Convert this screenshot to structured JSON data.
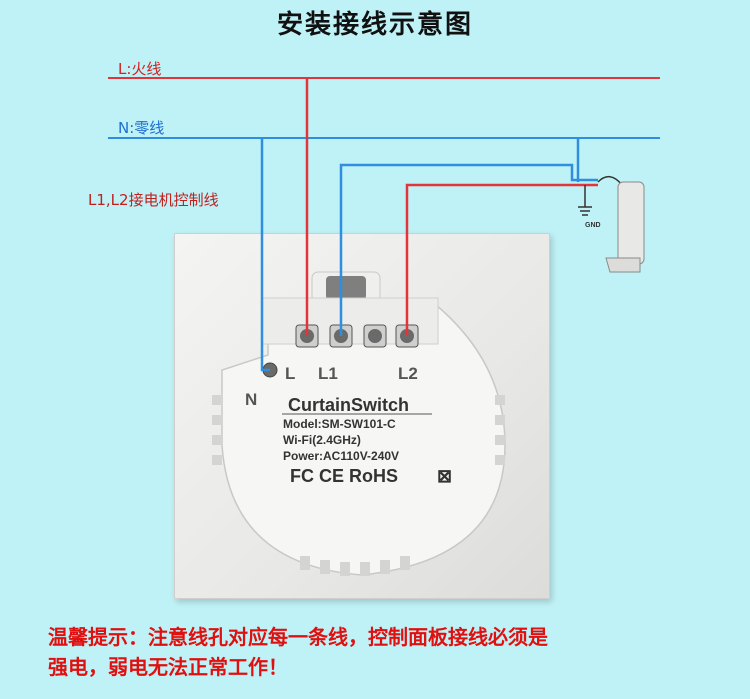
{
  "title": "安装接线示意图",
  "labels": {
    "live": "L:火线",
    "neutral": "N:零线",
    "motor": "L1,L2接电机控制线",
    "gnd": "GND"
  },
  "terminals": {
    "n": "N",
    "l": "L",
    "l1": "L1",
    "l2": "L2"
  },
  "device": {
    "name": "CurtainSwitch",
    "model": "Model:SM-SW101-C",
    "wifi": "Wi-Fi(2.4GHz)",
    "power": "Power:AC110V-240V",
    "certs": "FC CE RoHS"
  },
  "warning": {
    "line1": "温馨提示：注意线孔对应每一条线，控制面板接线必须是",
    "line2": "强电，弱电无法正常工作！"
  },
  "colors": {
    "live": "#e3343b",
    "neutral": "#2f8ee0",
    "background": "#bff2f6"
  }
}
